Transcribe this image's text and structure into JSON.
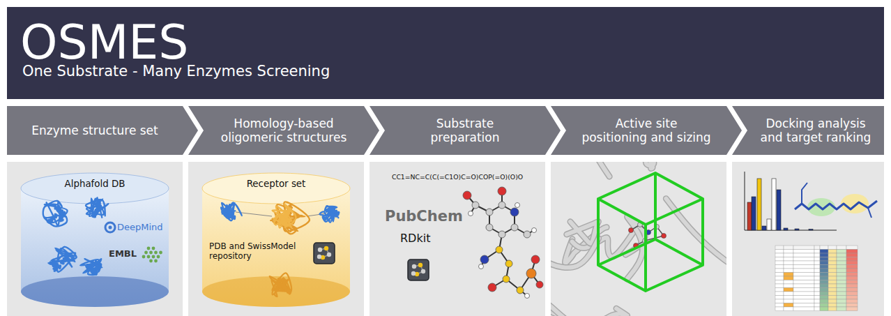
{
  "diagram": {
    "title": "OSMES",
    "nodes": [
      {
        "text": [
          "Enzyme structure set"
        ]
      },
      {
        "text": [
          "Homology-based oligomeric structures"
        ]
      },
      {
        "text": [
          "Substrate preparation"
        ]
      },
      {
        "text": [
          "Active site positioning and sizing"
        ]
      },
      {
        "text": [
          "Docking analysis and target ranking"
        ]
      },
      {
        "text": [
          "Alphafold DB",
          "DeepMind",
          "EMBL"
        ]
      },
      {
        "text": [
          "Receptor set",
          "PDB and SwissModel repository"
        ]
      },
      {
        "text": [
          "CC1=NC=C(C(=C1O)C=O)COP(=O)(O)O",
          "PubChem",
          "RDkit"
        ]
      }
    ],
    "labels": [
      "One Substrate - Many Enzymes Screening"
    ]
  }
}
